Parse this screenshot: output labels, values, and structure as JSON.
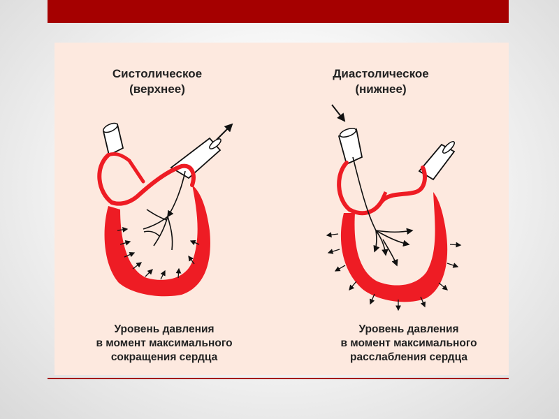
{
  "slide": {
    "colors": {
      "accent": "#a50000",
      "panel": "#fde9df",
      "heart_wall": "#ee1c24"
    }
  },
  "left": {
    "title": "Систолическое\n(верхнее)",
    "caption": "Уровень давления\nв момент максимального\nсокращения сердца"
  },
  "right": {
    "title": "Диастолическое\n(нижнее)",
    "caption": "Уровень давления\nв момент максимального\nрасслабления сердца"
  }
}
